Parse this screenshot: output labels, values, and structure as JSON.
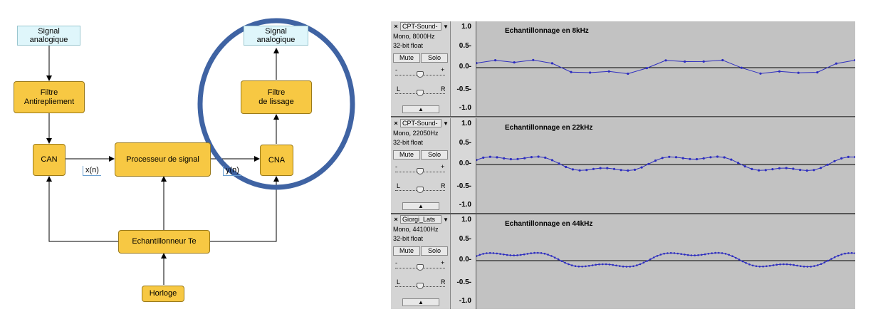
{
  "diagram": {
    "signal_in": "Signal\nanalogique",
    "signal_out": "Signal\nanalogique",
    "filtre_anti": "Filtre\nAntirepliement",
    "can": "CAN",
    "processeur": "Processeur de signal",
    "cna": "CNA",
    "filtre_lissage": "Filtre\nde lissage",
    "echantillonneur": "Echantillonneur Te",
    "horloge": "Horloge",
    "label_x": "x(n)",
    "label_y": "y(n)",
    "colors": {
      "box": "#f7c843",
      "signal_box": "#dff6fb",
      "circle": "#3f63a3"
    }
  },
  "audio": {
    "scale_ticks": [
      "1.0",
      "0.5-",
      "0.0-",
      "-0.5-",
      "-1.0"
    ],
    "mute_label": "Mute",
    "solo_label": "Solo",
    "slider_minus": "-",
    "slider_plus": "+",
    "pan_left": "L",
    "pan_right": "R",
    "collapse_icon": "▲",
    "close_icon": "×",
    "dropdown_icon": "▼",
    "tracks": [
      {
        "name": "CPT-Sound-",
        "info1": "Mono, 8000Hz",
        "info2": "32-bit float",
        "title": "Echantillonnage en 8kHz",
        "samples": 21
      },
      {
        "name": "CPT-Sound-",
        "info1": "Mono, 22050Hz",
        "info2": "32-bit float",
        "title": "Echantillonnage en 22kHz",
        "samples": 56
      },
      {
        "name": "Giorgi_Lats",
        "info1": "Mono, 44100Hz",
        "info2": "32-bit float",
        "title": "Echantillonnage en 44kHz",
        "samples": 112
      }
    ],
    "wave_color": "#2d2dbf"
  }
}
